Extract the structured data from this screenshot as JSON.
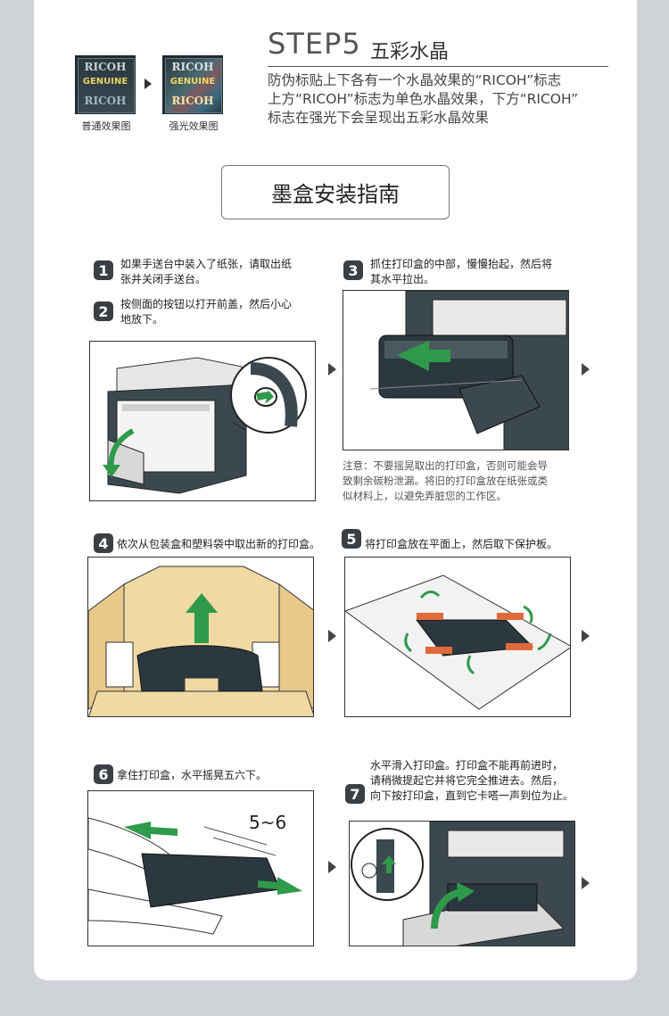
{
  "step": {
    "title": "STEP5",
    "subtitle": "五彩水晶",
    "description": [
      "防伪标贴上下各有一个水晶效果的“RICOH”标志",
      "上方“RICOH”标志为单色水晶效果，下方“RICOH”",
      "标志在强光下会呈现出五彩水晶效果"
    ],
    "badges": [
      {
        "top": "RICOH",
        "middle": "GENUINE",
        "bottom": "RICOH",
        "caption": "普通效果图"
      },
      {
        "top": "RICOH",
        "middle": "GENUINE",
        "bottom": "RICOH",
        "caption": "强光效果图"
      }
    ]
  },
  "guide_title": "墨盒安装指南",
  "steps": [
    {
      "num": "1",
      "lines": [
        "如果手送台中装入了纸张，请取出纸",
        "张并关闭手送台。"
      ]
    },
    {
      "num": "2",
      "lines": [
        "按侧面的按钮以打开前盖，然后小心",
        "地放下。"
      ]
    },
    {
      "num": "3",
      "lines": [
        "抓住打印盒的中部，慢慢抬起，然后将",
        "其水平拉出。"
      ]
    },
    {
      "num": "4",
      "lines": [
        "依次从包装盒和塑料袋中取出新的打印盒。"
      ]
    },
    {
      "num": "5",
      "lines": [
        "将打印盒放在平面上，然后取下保护板。"
      ]
    },
    {
      "num": "6",
      "lines": [
        "拿住打印盒，水平摇晃五六下。"
      ]
    },
    {
      "num": "7",
      "lines": [
        "水平滑入打印盒。打印盒不能再前进时，",
        "请稍微提起它并将它完全推进去。然后，",
        "向下按打印盒，直到它卡嗒一声到位为止。"
      ]
    }
  ],
  "note_lines": [
    "注意：不要摇晃取出的打印盒，否则可能会导",
    "致剩余碳粉泄漏。将旧的打印盒放在纸张或类",
    "似材料上，以避免弄脏您的工作区。"
  ],
  "shake_label": "5~6",
  "colors": {
    "accent_green": "#2e9a4a",
    "printer_dark": "#3c4850",
    "box_tan": "#f1d9a4",
    "tab_orange": "#e06a3a"
  }
}
